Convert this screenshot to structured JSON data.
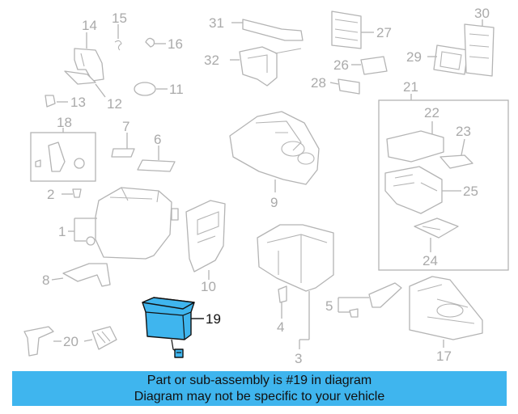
{
  "diagram": {
    "callouts": [
      {
        "label": "1"
      },
      {
        "label": "2"
      },
      {
        "label": "3"
      },
      {
        "label": "4"
      },
      {
        "label": "5"
      },
      {
        "label": "6"
      },
      {
        "label": "7"
      },
      {
        "label": "8"
      },
      {
        "label": "9"
      },
      {
        "label": "10"
      },
      {
        "label": "11"
      },
      {
        "label": "12"
      },
      {
        "label": "13"
      },
      {
        "label": "14"
      },
      {
        "label": "15"
      },
      {
        "label": "16"
      },
      {
        "label": "17"
      },
      {
        "label": "18"
      },
      {
        "label": "19",
        "highlighted": true
      },
      {
        "label": "20"
      },
      {
        "label": "21"
      },
      {
        "label": "22"
      },
      {
        "label": "23"
      },
      {
        "label": "24"
      },
      {
        "label": "25"
      },
      {
        "label": "26"
      },
      {
        "label": "27"
      },
      {
        "label": "28"
      },
      {
        "label": "29"
      },
      {
        "label": "30"
      },
      {
        "label": "31"
      },
      {
        "label": "32"
      }
    ],
    "highlight_color": "#3fb5ee",
    "line_color": "#b4b4b4"
  },
  "banner": {
    "line1": "Part or sub-assembly is #19 in diagram",
    "line2": "Diagram may not be specific to your vehicle",
    "background": "#3fb5ee"
  }
}
